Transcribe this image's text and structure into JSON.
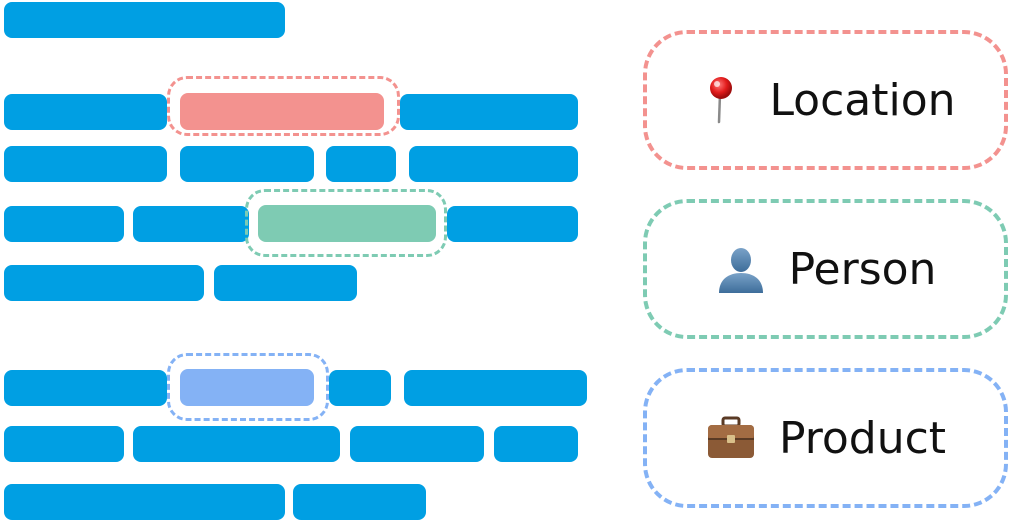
{
  "colors": {
    "text_bar": "#009fe3",
    "location": "#f3928f",
    "person": "#7ecbb3",
    "product": "#84b2f5"
  },
  "legend": [
    {
      "label": "Location",
      "icon": "pushpin-icon",
      "color_key": "location"
    },
    {
      "label": "Person",
      "icon": "person-silhouette-icon",
      "color_key": "person"
    },
    {
      "label": "Product",
      "icon": "briefcase-icon",
      "color_key": "product"
    }
  ]
}
